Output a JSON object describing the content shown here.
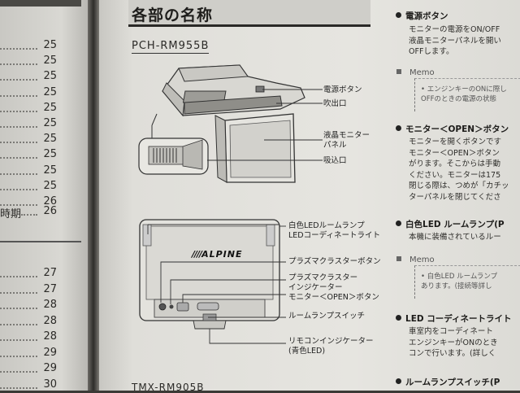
{
  "left_toc": {
    "numbers_top": [
      "25",
      "25",
      "25",
      "25",
      "25",
      "25",
      "25",
      "25",
      "25",
      "25",
      "26"
    ],
    "item_26b_prefix": "時期",
    "item_26b_num": "26",
    "numbers_bottom": [
      "27",
      "27",
      "28",
      "28",
      "28",
      "29",
      "29",
      "30"
    ]
  },
  "page": {
    "title": "各部の名称",
    "model_top": "PCH-RM955B",
    "model_bottom": "TMX-RM905B"
  },
  "diagram_top": {
    "labels": {
      "power_button": "電源ボタン",
      "vent": "吹出口",
      "lcd_panel_1": "液晶モニター",
      "lcd_panel_2": "パネル",
      "intake": "吸込口"
    }
  },
  "diagram_bottom": {
    "brand": "ALPINE",
    "labels": {
      "white_led_1": "白色LEDルームランプ",
      "white_led_2": "LEDコーディネートライト",
      "plasma_button": "プラズマクラスターボタン",
      "plasma_indicator_1": "プラズマクラスター",
      "plasma_indicator_2": "インジケーター",
      "open_button": "モニター＜OPEN＞ボタン",
      "room_lamp_switch": "ルームランプスイッチ",
      "remote_indicator_1": "リモコンインジケーター",
      "remote_indicator_2": "(青色LED)"
    }
  },
  "sections": {
    "power": {
      "heading": "電源ボタン",
      "lines": [
        "モニターの電源をON/OFF",
        "液晶モニターパネルを開い",
        "OFFします。"
      ],
      "memo_label": "Memo",
      "memo_lines": [
        "• エンジンキーのONに際し",
        "OFFのときの電源の状態"
      ]
    },
    "open": {
      "heading": "モニター＜OPEN＞ボタン",
      "lines": [
        "モニターを開くボタンです",
        "モニター＜OPEN＞ボタン",
        "がります。そこからは手動",
        "ください。モニターは175",
        "閉じる際は、つめが「カチッ",
        "ターパネルを閉じてくださ"
      ]
    },
    "white_led": {
      "heading": "白色LED ルームランプ(P",
      "lines": [
        "本機に装備されているルー"
      ],
      "memo_label": "Memo",
      "memo_lines": [
        "• 白色LED ルームランプ",
        "あります。(接続等詳し"
      ]
    },
    "coordinate": {
      "heading": "LED コーディネートライト",
      "lines": [
        "車室内をコーディネート",
        "エンジンキーがONのとき",
        "コンで行います。(詳しく"
      ]
    },
    "room_switch": {
      "heading": "ルームランプスイッチ(P"
    }
  }
}
